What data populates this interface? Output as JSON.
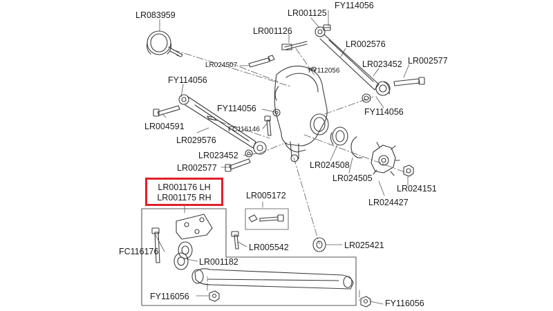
{
  "parts": [
    {
      "id": "lr083959",
      "label": "LR083959"
    },
    {
      "id": "lr001125",
      "label": "LR001125"
    },
    {
      "id": "fy114056-top",
      "label": "FY114056"
    },
    {
      "id": "lr001126",
      "label": "LR001126"
    },
    {
      "id": "lr002576",
      "label": "LR002576"
    },
    {
      "id": "lr024507",
      "label": "LR024507"
    },
    {
      "id": "fy112056",
      "label": "FY112056"
    },
    {
      "id": "lr023452-right",
      "label": "LR023452"
    },
    {
      "id": "lr002577-right",
      "label": "LR002577"
    },
    {
      "id": "fy114056-left",
      "label": "FY114056"
    },
    {
      "id": "fy114056-mid",
      "label": "FY114056"
    },
    {
      "id": "fy114056-right",
      "label": "FY114056"
    },
    {
      "id": "lr004591",
      "label": "LR004591"
    },
    {
      "id": "fc116146",
      "label": "FC116146"
    },
    {
      "id": "lr029576",
      "label": "LR029576"
    },
    {
      "id": "lr023452-left",
      "label": "LR023452"
    },
    {
      "id": "lr024508",
      "label": "LR024508"
    },
    {
      "id": "lr002577-left",
      "label": "LR002577"
    },
    {
      "id": "lr024505",
      "label": "LR024505"
    },
    {
      "id": "lr024151",
      "label": "LR024151"
    },
    {
      "id": "lr024427",
      "label": "LR024427"
    },
    {
      "id": "lr005172",
      "label": "LR005172"
    },
    {
      "id": "fc116176",
      "label": "FC116176"
    },
    {
      "id": "lr005542",
      "label": "LR005542"
    },
    {
      "id": "lr025421",
      "label": "LR025421"
    },
    {
      "id": "lr001182",
      "label": "LR001182"
    },
    {
      "id": "fy116056-left",
      "label": "FY116056"
    },
    {
      "id": "fy116056-right",
      "label": "FY116056"
    }
  ],
  "highlight": {
    "line1": "LR001176 LH",
    "line2": "LR001175 RH",
    "border_color": "#e0202a"
  }
}
